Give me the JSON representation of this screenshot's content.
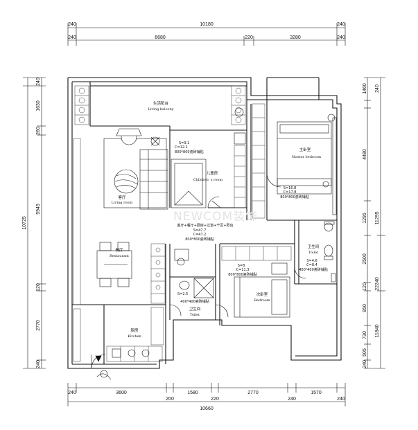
{
  "dims": {
    "top_outer": [
      "240",
      "10180",
      "240"
    ],
    "top_inner": [
      "240",
      "6680",
      "220",
      "3280",
      "240"
    ],
    "left_outer": [
      "240",
      "1630",
      "260",
      "5945",
      "120",
      "2770",
      "240"
    ],
    "left_total": "10725",
    "right_inner": [
      "1460",
      "240",
      "4480",
      "1295",
      "2500",
      "120",
      "950",
      "730",
      "505",
      "240"
    ],
    "right_mid": [
      "11295",
      "22240",
      "11840"
    ],
    "bottom_inner": [
      "240",
      "3600",
      "200",
      "1580",
      "220",
      "2770",
      "240",
      "1570",
      "240"
    ],
    "bottom_total": "10660"
  },
  "rooms": {
    "balcony": {
      "zh": "生活阳台",
      "en": "Living balcony"
    },
    "children": {
      "zh": "儿童房",
      "en": "Children' s room",
      "area": "S=9.1",
      "perim": "C=12.1",
      "tile": "800*800瓷砖铺贴"
    },
    "living": {
      "zh": "客厅",
      "en": "Living room"
    },
    "public": {
      "zh": "客厅+餐厅+厨房+过道+干区+阳台",
      "area": "S=47.7",
      "perim": "C=47.2",
      "tile": "800*800瓷砖铺贴"
    },
    "master": {
      "zh": "主卧室",
      "en": "Master bedroom",
      "area": "S=16.8",
      "perim": "C=17.8",
      "tile": "800*800瓷砖铺贴"
    },
    "toilet_right": {
      "zh": "卫生间",
      "en": "Toilet",
      "area": "S=4.6",
      "perim": "C=8.4",
      "tile": "400*400瓷砖铺贴"
    },
    "second": {
      "zh": "次卧室",
      "en": "Bedroom",
      "area": "S=8",
      "perim": "C=11.3",
      "tile": "800*800瓷砖铺贴"
    },
    "restaurant": {
      "zh": "餐厅",
      "en": "Restaurant"
    },
    "toilet_mid": {
      "zh": "卫生间",
      "en": "Toilet",
      "area": "S=2.5",
      "tile": "400*400瓷砖铺贴"
    },
    "kitchen": {
      "zh": "厨房",
      "en": "Kitchen"
    }
  },
  "watermark": "NEWCOM装饰"
}
